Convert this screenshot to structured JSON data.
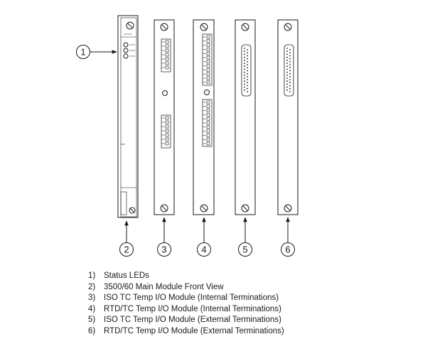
{
  "callouts": [
    "1",
    "2",
    "3",
    "4",
    "5",
    "6"
  ],
  "legend": [
    {
      "num": "1)",
      "text": "Status LEDs"
    },
    {
      "num": "2)",
      "text": "3500/60 Main Module Front View"
    },
    {
      "num": "3)",
      "text": "ISO TC Temp I/O Module (Internal Terminations)"
    },
    {
      "num": "4)",
      "text": "RTD/TC Temp I/O Module (Internal Terminations)"
    },
    {
      "num": "5)",
      "text": "ISO TC Temp I/O Module (External Terminations)"
    },
    {
      "num": "6)",
      "text": "RTD/TC Temp I/O Module (External Terminations)"
    }
  ]
}
